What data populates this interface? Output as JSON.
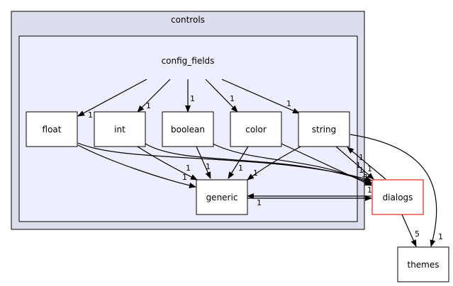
{
  "diagram": {
    "outer_cluster": {
      "label": "controls"
    },
    "inner_cluster": {
      "label": "config_fields"
    },
    "nodes": {
      "float": {
        "label": "float"
      },
      "int": {
        "label": "int"
      },
      "boolean": {
        "label": "boolean"
      },
      "color": {
        "label": "color"
      },
      "string": {
        "label": "string"
      },
      "generic": {
        "label": "generic"
      },
      "dialogs": {
        "label": "dialogs",
        "border_color": "#e3231d"
      },
      "themes": {
        "label": "themes"
      }
    },
    "edges": [
      {
        "from": "config_fields",
        "to": "float",
        "label": "1"
      },
      {
        "from": "config_fields",
        "to": "int",
        "label": "1"
      },
      {
        "from": "config_fields",
        "to": "boolean",
        "label": "1"
      },
      {
        "from": "config_fields",
        "to": "color",
        "label": "1"
      },
      {
        "from": "config_fields",
        "to": "string",
        "label": "1"
      },
      {
        "from": "float",
        "to": "generic",
        "label": "1"
      },
      {
        "from": "float",
        "to": "dialogs",
        "label": "1"
      },
      {
        "from": "int",
        "to": "generic",
        "label": "1"
      },
      {
        "from": "int",
        "to": "dialogs",
        "label": "1"
      },
      {
        "from": "boolean",
        "to": "generic",
        "label": "1"
      },
      {
        "from": "boolean",
        "to": "dialogs",
        "label": "1"
      },
      {
        "from": "color",
        "to": "generic",
        "label": "1"
      },
      {
        "from": "color",
        "to": "dialogs",
        "label": "1"
      },
      {
        "from": "string",
        "to": "generic",
        "label": "1"
      },
      {
        "from": "string",
        "to": "dialogs",
        "label": "1"
      },
      {
        "from": "string",
        "to": "themes",
        "label": "1"
      },
      {
        "from": "generic",
        "to": "dialogs",
        "label": "1"
      },
      {
        "from": "dialogs",
        "to": "generic",
        "label": "1"
      },
      {
        "from": "dialogs",
        "to": "string",
        "label": "1"
      },
      {
        "from": "dialogs",
        "to": "themes",
        "label": "5"
      }
    ],
    "colors": {
      "outer_cluster_fill": "#dddded",
      "inner_cluster_fill": "#eeeeff",
      "node_fill": "#ffffff",
      "line": "#000000"
    }
  }
}
